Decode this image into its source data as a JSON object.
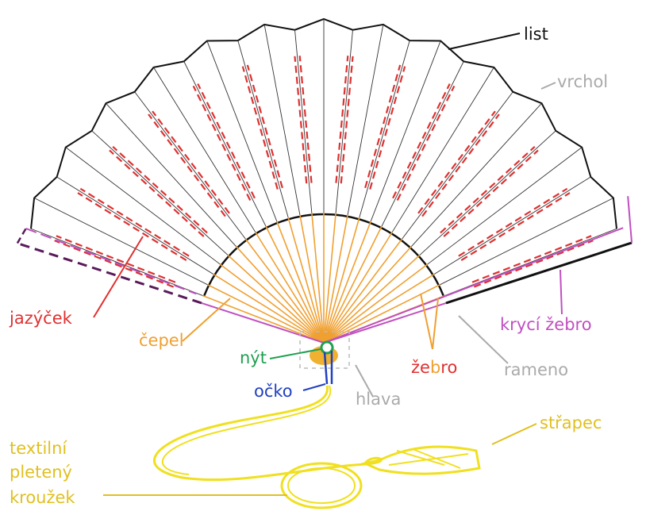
{
  "labels": {
    "list": "list",
    "vrchol": "vrchol",
    "jazycek": "jazýček",
    "cepel": "čepel",
    "nyt": "nýt",
    "ocko": "očko",
    "hlava": "hlava",
    "zebro_a": "že",
    "zebro_b": "b",
    "zebro_c": "ro",
    "rameno": "rameno",
    "kryci_zebro": "krycí žebro",
    "strapec": "střapec",
    "ring_1": "textilní",
    "ring_2": "pletený",
    "ring_3": "kroužek"
  },
  "colors": {
    "outline": "#111111",
    "pleat_line": "#333333",
    "rib_stitch": "#e03030",
    "blade": "#f0a030",
    "cover_rib": "#c050c0",
    "cover_rib_dashed": "#5a1a5a",
    "rivet": "#20a050",
    "eyelet": "#2040c0",
    "head": "#f0b030",
    "tassel": "#f0e020",
    "gray_label": "#aaaaaa"
  }
}
